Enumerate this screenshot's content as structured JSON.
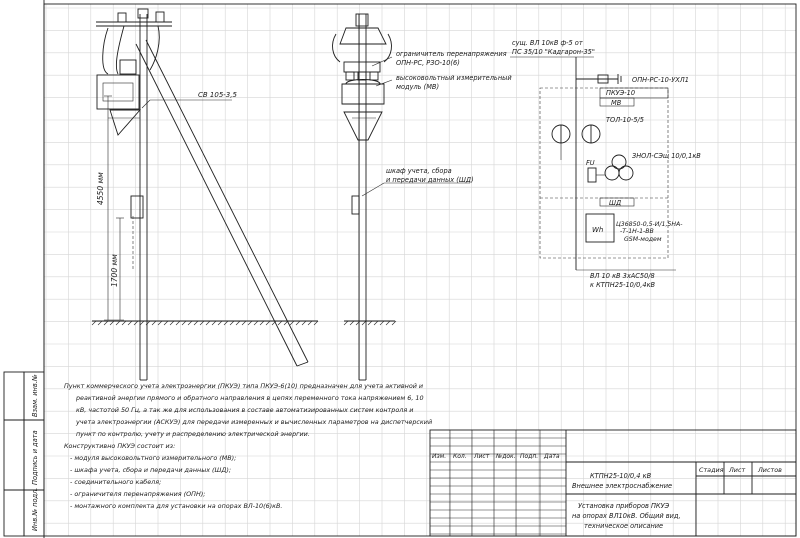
{
  "drawing": {
    "left_pole_labels": {
      "sv": "СВ 105-3,5",
      "h4550": "4550 мм",
      "h1700": "1700 мм"
    },
    "middle_pole_labels": {
      "arrester": [
        "ограничитель перенапряжения",
        "ОПН-РС, РЗО-10(6)"
      ],
      "hv_module": [
        "высоковольтный измерительный",
        "модуль (МВ)"
      ],
      "cabinet": [
        "шкаф учета, сбора",
        "и передачи данных (ШД)"
      ]
    },
    "schematic_labels": {
      "feed": [
        "сущ. ВЛ 10кВ ф-5 от",
        "ПС 35/10 \"Кадгарон-35\""
      ],
      "arrester": "ОПН-РС-10-УХЛ1",
      "pku": "ПКУЭ-10",
      "mv": "МВ",
      "ct": "ТОЛ-10-5/5",
      "vt": "ЗНОЛ-СЭщ 10/0,1кВ",
      "fu": "FU",
      "shd": "ШД",
      "meter": [
        "Ц36850-0,5-И/1,5НА-",
        "-Т-1Н-1-ВВ",
        "GSM-модем"
      ],
      "wh": "Wh",
      "out": [
        "ВЛ 10 кВ 3хАС50/8",
        "к КТПН25-10/0,4кВ"
      ]
    }
  },
  "description": {
    "lines": [
      "Пункт коммерческого учета электроэнергии (ПКУЭ) типа ПКУЭ-6(10) предназначен для учета активной и",
      "реактивной энергии прямого и обратного направления в цепях переменного тока напряжением 6, 10",
      "кВ, частотой 50 Гц, а так же для использования в составе автоматизированных систем контроля и",
      "учета электроэнергии (АСКУЭ) для передачи измеренных и вычисленных параметров на диспетчерский",
      "пункт по контролю, учету и распределению электрической энергии."
    ],
    "composition_title": "Конструктивно ПКУЭ состоит из:",
    "items": [
      "- модуля высоковольтного измерительного (МВ);",
      "- шкафа учета, сбора и передачи данных (ШД);",
      "- соединительного кабеля;",
      "- ограничителя перенапряжения (ОПН);",
      "- монтажного комплекта для установки на опорах ВЛ-10(6)кВ."
    ]
  },
  "side_stamp": [
    "Взам. инв.№",
    "Подпись и дата",
    "Инв.№ подл."
  ],
  "title_block": {
    "columns": [
      "Изм.",
      "Кол.",
      "Лист",
      "№док.",
      "Подп.",
      "Дата"
    ],
    "project": [
      "КТПН25-10/0,4 кВ",
      "Внешнее электроснабжение"
    ],
    "sheet_title": [
      "Установка приборов ПКУЭ",
      "на опорах ВЛ10кВ. Общий вид,",
      "техническое описание"
    ],
    "stage_header": [
      "Стадия",
      "Лист",
      "Листов"
    ]
  }
}
